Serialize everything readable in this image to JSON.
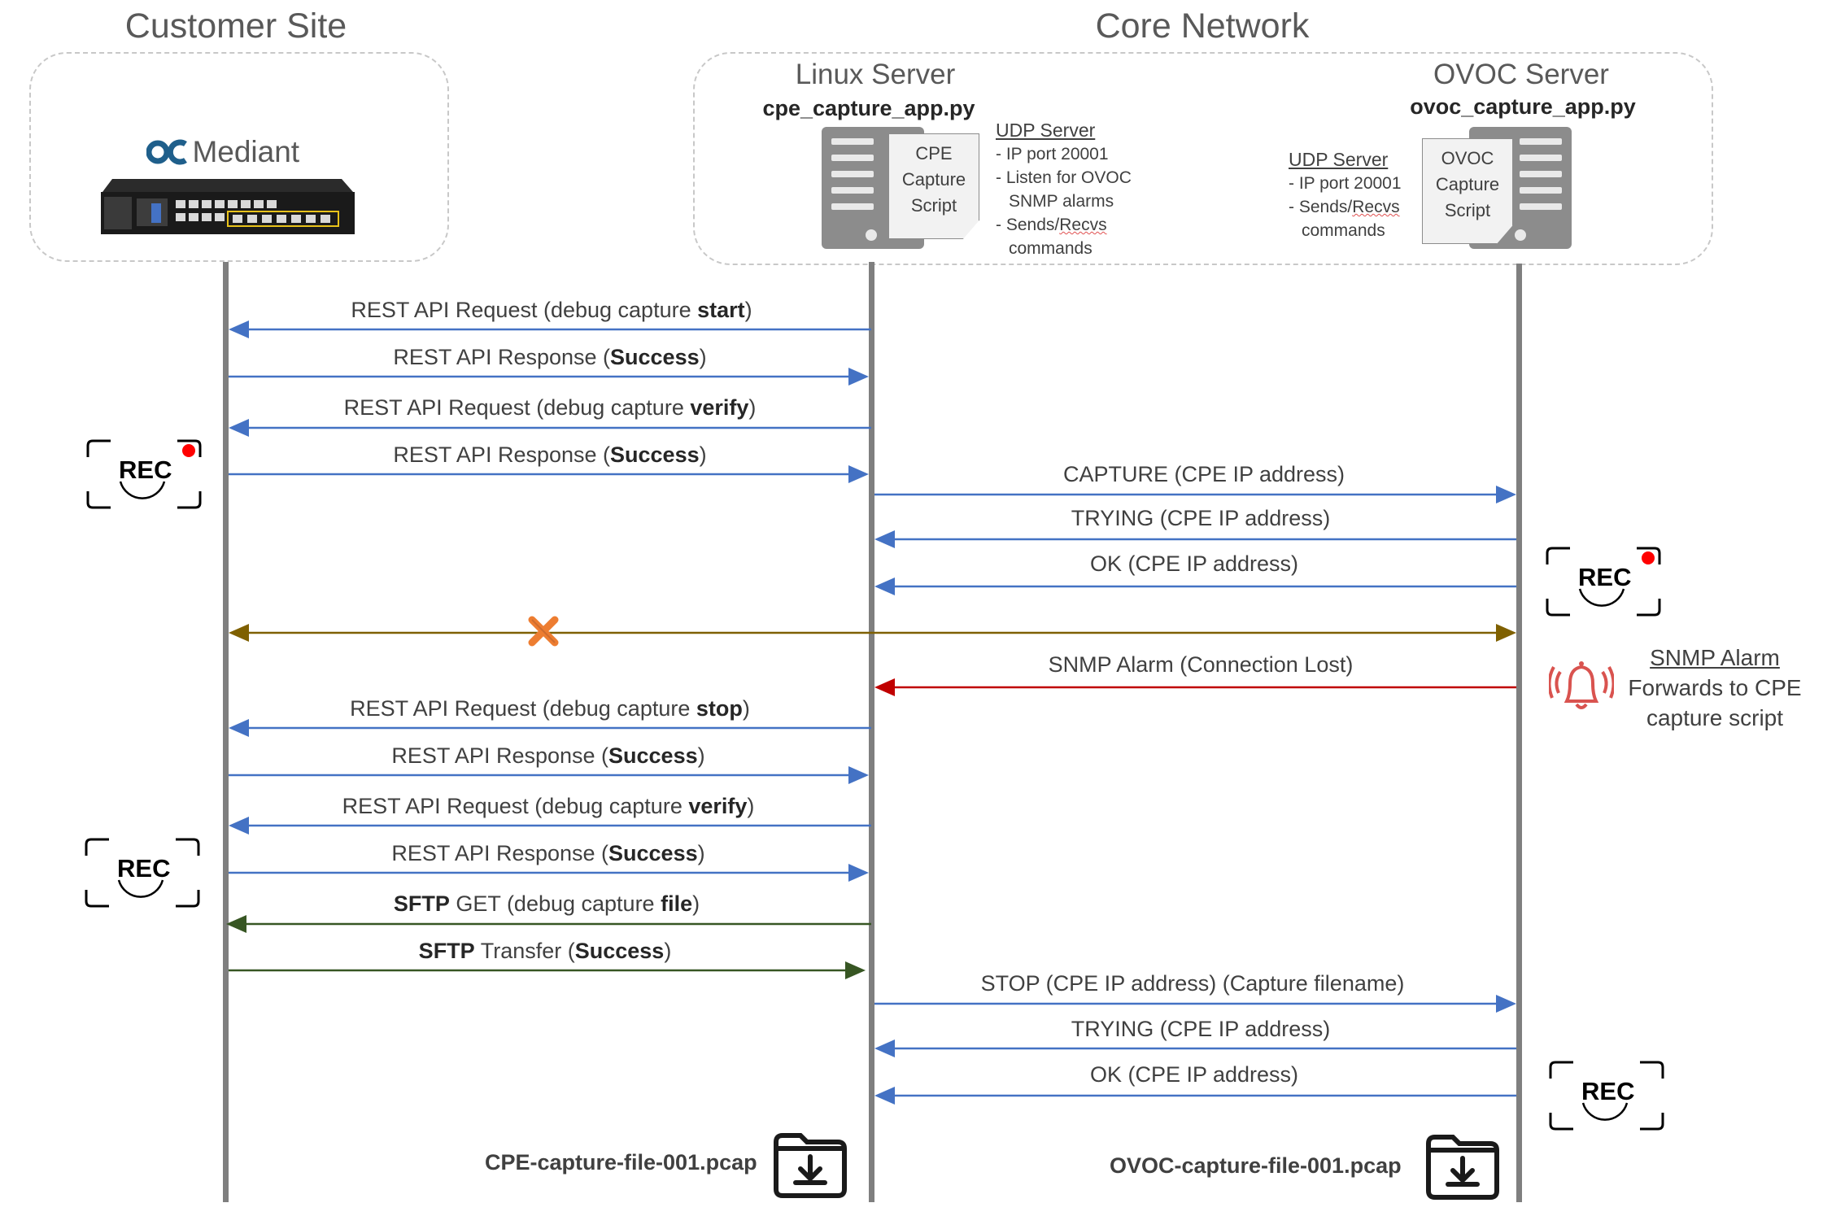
{
  "zones": {
    "customer_site": "Customer Site",
    "core_network": "Core Network"
  },
  "mediant": {
    "logo_text": "Mediant"
  },
  "linux_server": {
    "name": "Linux Server",
    "app": "cpe_capture_app.py",
    "script_label": [
      "CPE",
      "Capture",
      "Script"
    ],
    "udp_title": "UDP Server",
    "udp_lines": [
      "- IP port 20001",
      "- Listen for OVOC",
      "SNMP alarms",
      "- Sends/",
      "Recvs",
      "commands"
    ]
  },
  "ovoc_server": {
    "name": "OVOC Server",
    "app": "ovoc_capture_app.py",
    "script_label": [
      "OVOC",
      "Capture",
      "Script"
    ],
    "udp_title": "UDP Server",
    "udp_lines": [
      "- IP port 20001",
      "- Sends/",
      "Recvs",
      "commands"
    ]
  },
  "messages": {
    "m1": {
      "pre": "REST API Request (debug capture ",
      "bold": "start",
      "post": ")"
    },
    "m2": {
      "pre": "REST API Response (",
      "bold": "Success",
      "post": ")"
    },
    "m3": {
      "pre": "REST API Request (debug capture ",
      "bold": "verify",
      "post": ")"
    },
    "m4": {
      "pre": "REST API Response (",
      "bold": "Success",
      "post": ")"
    },
    "m5": "CAPTURE (CPE IP address)",
    "m6": "TRYING (CPE IP address)",
    "m7": "OK (CPE IP address)",
    "m8": "SNMP Alarm (Connection Lost)",
    "m9": {
      "pre": "REST API Request (debug capture ",
      "bold": "stop",
      "post": ")"
    },
    "m10": {
      "pre": "REST API Response (",
      "bold": "Success",
      "post": ")"
    },
    "m11": {
      "pre": "REST API Request (debug capture ",
      "bold": "verify",
      "post": ")"
    },
    "m12": {
      "pre": "REST API Response (",
      "bold": "Success",
      "post": ")"
    },
    "m13": {
      "bold1": "SFTP",
      "mid": " GET (debug capture ",
      "bold2": "file",
      "post": ")"
    },
    "m14": {
      "bold1": "SFTP",
      "mid": " Transfer (",
      "bold2": "Success",
      "post": ")"
    },
    "m15": "STOP (CPE IP address) (Capture filename)",
    "m16": "TRYING (CPE IP address)",
    "m17": "OK (CPE IP address)"
  },
  "rec_label": "REC",
  "snmp_note": {
    "title": "SNMP Alarm",
    "line2": "Forwards to CPE",
    "line3": "capture script"
  },
  "files": {
    "cpe": "CPE-capture-file-001.pcap",
    "ovoc": "OVOC-capture-file-001.pcap"
  },
  "colors": {
    "blue": "#4472c4",
    "olive": "#7f6000",
    "red": "#c00000",
    "green": "#375623",
    "lifeline": "#7f7f7f",
    "logo": "#1f5f8b",
    "alarm": "#d9534f",
    "cross": "#ed7d31"
  }
}
